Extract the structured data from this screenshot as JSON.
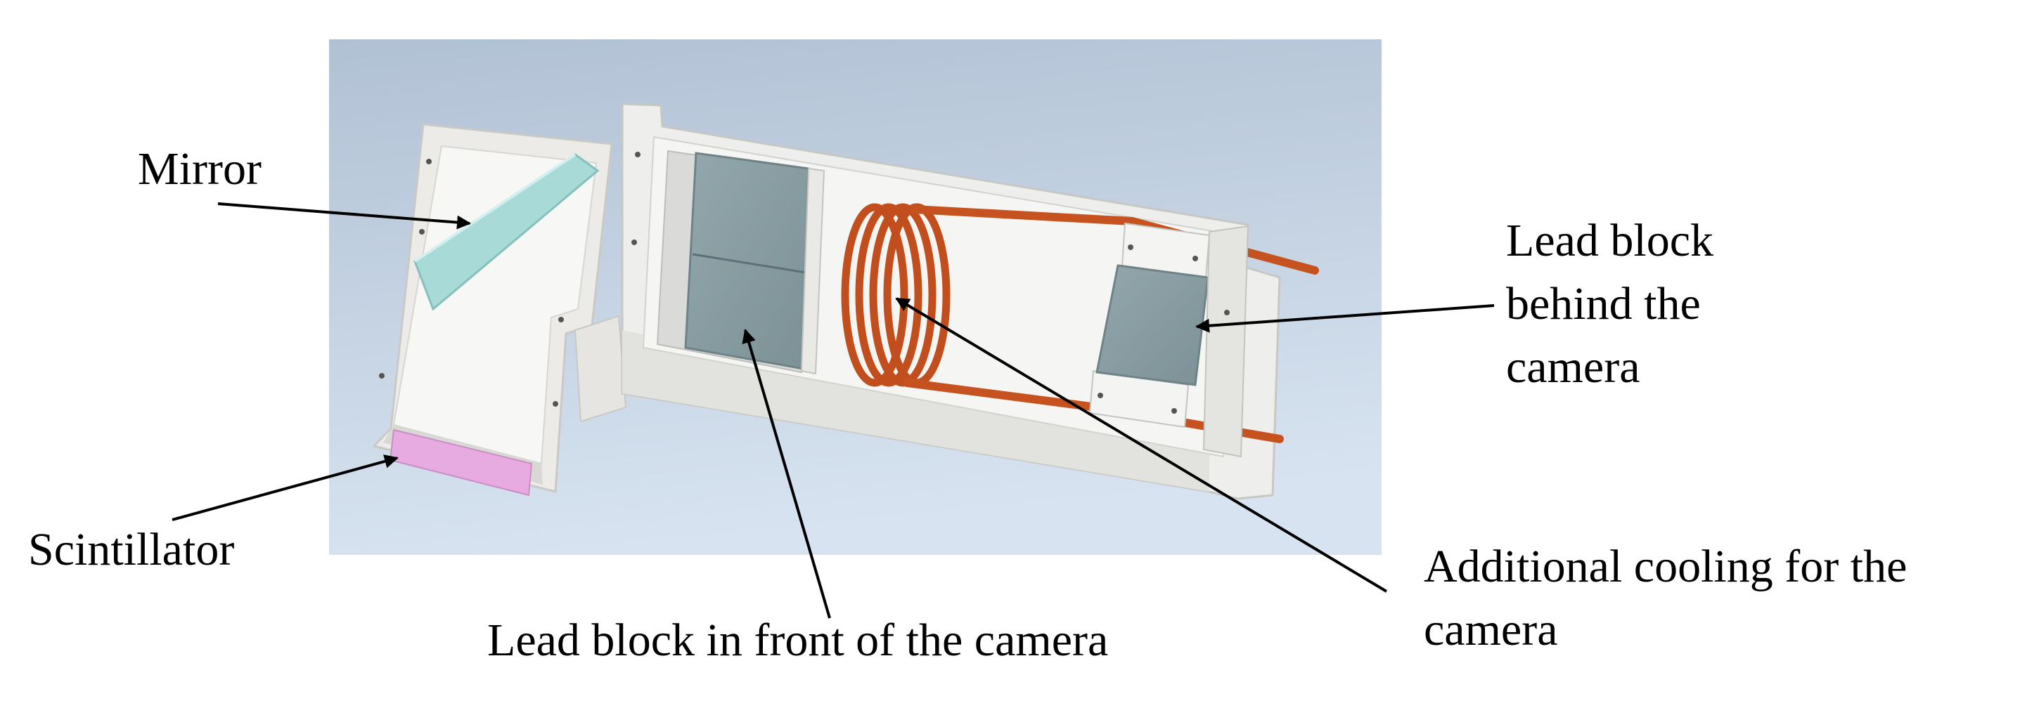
{
  "labels": {
    "mirror": "Mirror",
    "scintillator": "Scintillator",
    "lead_front": "Lead block in front of the camera",
    "lead_behind": "Lead block\nbehind the\ncamera",
    "cooling": "Additional cooling for the\ncamera"
  },
  "colors": {
    "background_top": "#b3c3d5",
    "background_bottom": "#d6e2ef",
    "housing": "#f0f0ee",
    "mirror": "#a8dcd9",
    "scintillator": "#e8a9e3",
    "lead": "#8a9ea3",
    "copper": "#c14e1c",
    "arrow": "#000000"
  }
}
